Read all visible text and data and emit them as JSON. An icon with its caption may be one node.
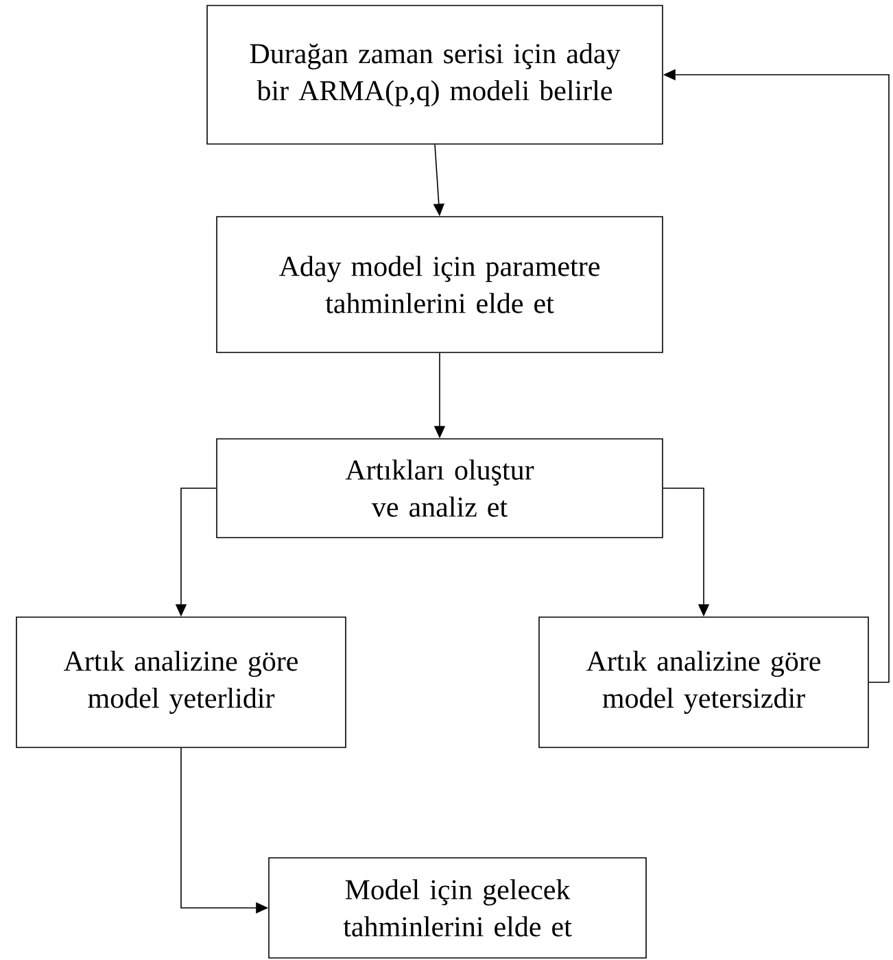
{
  "diagram": {
    "nodes": [
      {
        "text": [
          "Durağan zaman serisi için aday bir ARMA(p,q) modeli belirle"
        ]
      },
      {
        "text": [
          "Aday model için parametre tahminlerini elde et"
        ]
      },
      {
        "text": [
          "Artıkları oluştur ve analiz et"
        ]
      },
      {
        "text": [
          "Artık analizine göre model yeterlidir"
        ]
      },
      {
        "text": [
          "Artık analizine göre model yetersizdir"
        ]
      },
      {
        "text": [
          "Model için gelecek tahminlerini elde et"
        ]
      }
    ],
    "edges": [
      {
        "from": 0,
        "to": 1,
        "arrow": "to"
      },
      {
        "from": 1,
        "to": 2,
        "arrow": "to"
      },
      {
        "from": 2,
        "to": 3,
        "arrow": "to"
      },
      {
        "from": 2,
        "to": 4,
        "arrow": "to"
      },
      {
        "from": 4,
        "to": 0,
        "arrow": "to"
      },
      {
        "from": 3,
        "to": 5,
        "arrow": "to"
      }
    ]
  }
}
